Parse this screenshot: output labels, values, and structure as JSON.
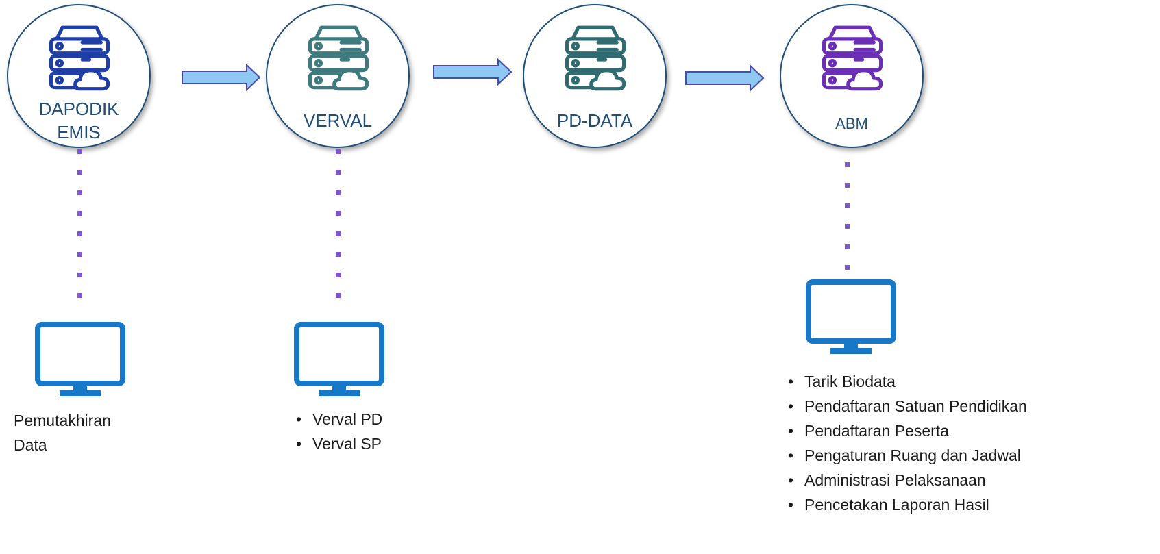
{
  "nodes": [
    {
      "id": "dapodik",
      "label_line1": "DAPODIK",
      "label_line2": "EMIS",
      "icon": "server-cloud-icon",
      "icon_color": "#1f3fa6"
    },
    {
      "id": "verval",
      "label_line1": "VERVAL",
      "icon": "server-cloud-icon",
      "icon_color": "#3f7a7f"
    },
    {
      "id": "pddata",
      "label_line1": "PD-DATA",
      "icon": "server-cloud-icon",
      "icon_color": "#2f6b70"
    },
    {
      "id": "abm",
      "label_line1": "ABM",
      "icon": "server-cloud-icon",
      "icon_color": "#6a2fb5"
    }
  ],
  "captions": {
    "dapodik_line1": "Pemutakhiran",
    "dapodik_line2": "Data",
    "verval_items": [
      "Verval PD",
      "Verval SP"
    ],
    "abm_items": [
      "Tarik Biodata",
      "Pendaftaran Satuan Pendidikan",
      "Pendaftaran Peserta",
      "Pengaturan Ruang dan Jadwal",
      "Administrasi Pelaksanaan",
      "Pencetakan Laporan Hasil"
    ]
  },
  "colors": {
    "circle_border": "#1f4e79",
    "label_text": "#1f4e79",
    "arrow_fill": "#8fc8f2",
    "arrow_stroke": "#4a4aa8",
    "connector": "#7e57d0",
    "monitor": "#1878c8"
  },
  "icons": {
    "arrow": "right-arrow-icon",
    "monitor": "monitor-icon",
    "server": "server-cloud-icon"
  }
}
